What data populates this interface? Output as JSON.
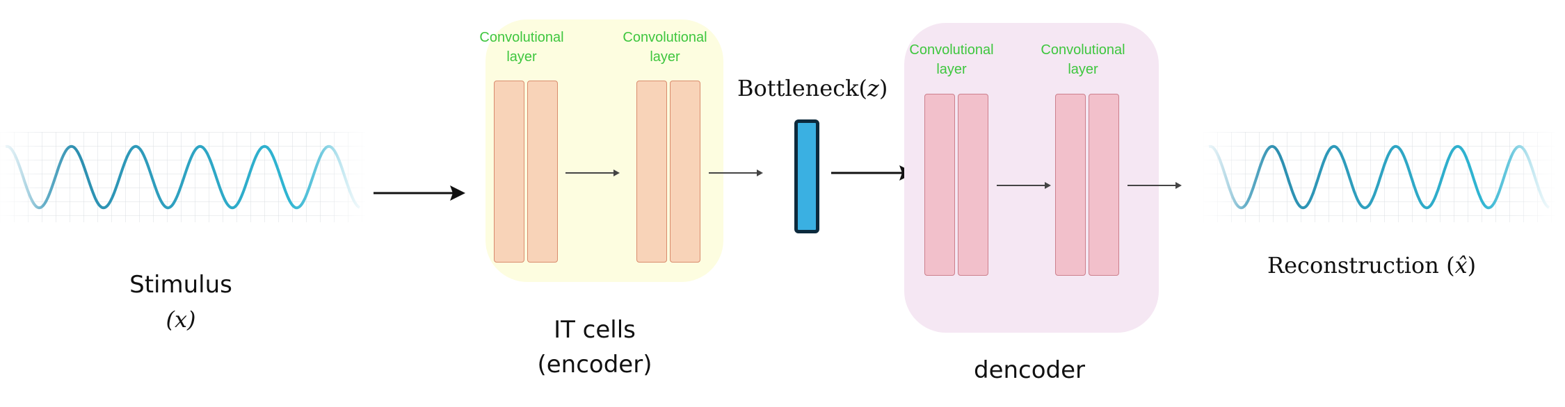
{
  "stimulus": {
    "label": "Stimulus",
    "symbol": "(x)"
  },
  "encoder": {
    "caption_line1": "IT cells",
    "caption_line2": "(encoder)",
    "layer1_label": "Convolutional\nlayer",
    "layer2_label": "Convolutional\nlayer",
    "panel_color": "#fdfde0"
  },
  "bottleneck": {
    "label": "Bottleneck(",
    "symbol": "z",
    "close": ")",
    "color": "#3ab0e2"
  },
  "decoder": {
    "caption": "dencoder",
    "layer1_label": "Convolutional\nlayer",
    "layer2_label": "Convolutional\nlayer",
    "panel_color": "#f5e7f3"
  },
  "reconstruction": {
    "label": "Reconstruction (",
    "symbol": "x̂",
    "close": ")"
  }
}
